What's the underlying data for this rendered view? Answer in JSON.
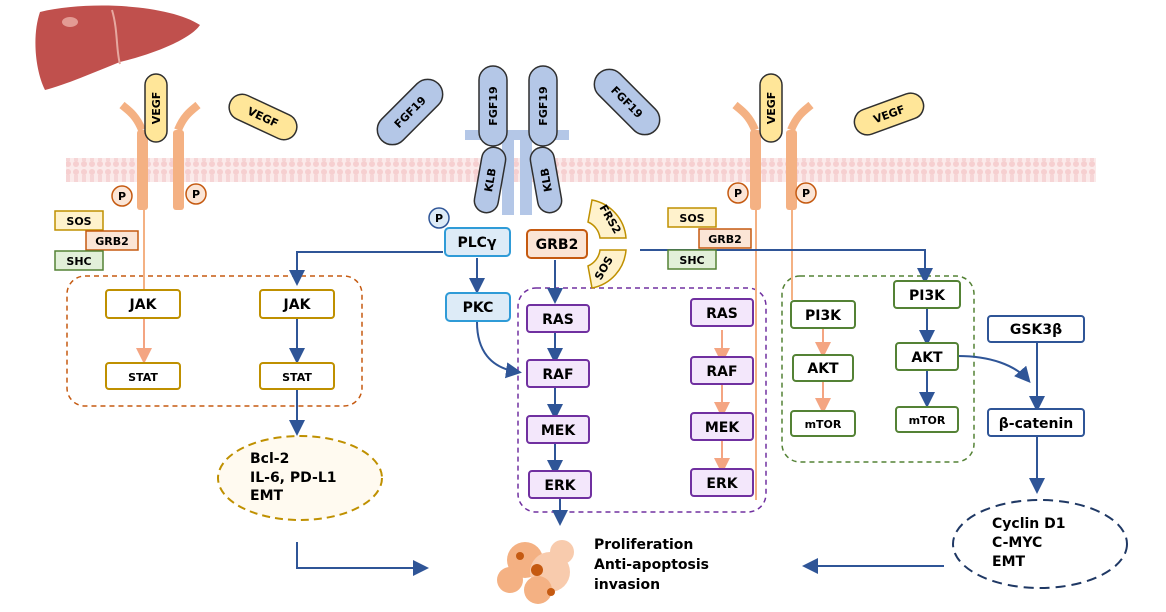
{
  "ligands": {
    "vegf": "VEGF",
    "fgf19": "FGF19",
    "klb": "KLB",
    "p": "P"
  },
  "adaptors": {
    "sos": "SOS",
    "grb2": "GRB2",
    "shc": "SHC",
    "frs2": "FRS2"
  },
  "jak_stat": {
    "jak": "JAK",
    "stat": "STAT"
  },
  "plc": {
    "plcg": "PLCγ",
    "pkc": "PKC",
    "grb2": "GRB2"
  },
  "mapk": {
    "ras": "RAS",
    "raf": "RAF",
    "mek": "MEK",
    "erk": "ERK"
  },
  "pi3k_akt": {
    "pi3k": "PI3K",
    "akt": "AKT",
    "mtor": "mTOR"
  },
  "wnt": {
    "gsk3b": "GSK3β",
    "bcat": "β-catenin"
  },
  "left_outcome": {
    "l1": "Bcl-2",
    "l2": "IL-6, PD-L1",
    "l3": "EMT"
  },
  "right_outcome": {
    "l1": "Cyclin D1",
    "l2": "C-MYC",
    "l3": "EMT"
  },
  "outcome": {
    "l1": "Proliferation",
    "l2": "Anti-apoptosis",
    "l3": "invasion"
  },
  "colors": {
    "blue": "#2f5597",
    "orange": "#c55a11",
    "purple": "#7030a0",
    "green": "#548235",
    "gold": "#bf9000",
    "navy": "#1f3864"
  }
}
